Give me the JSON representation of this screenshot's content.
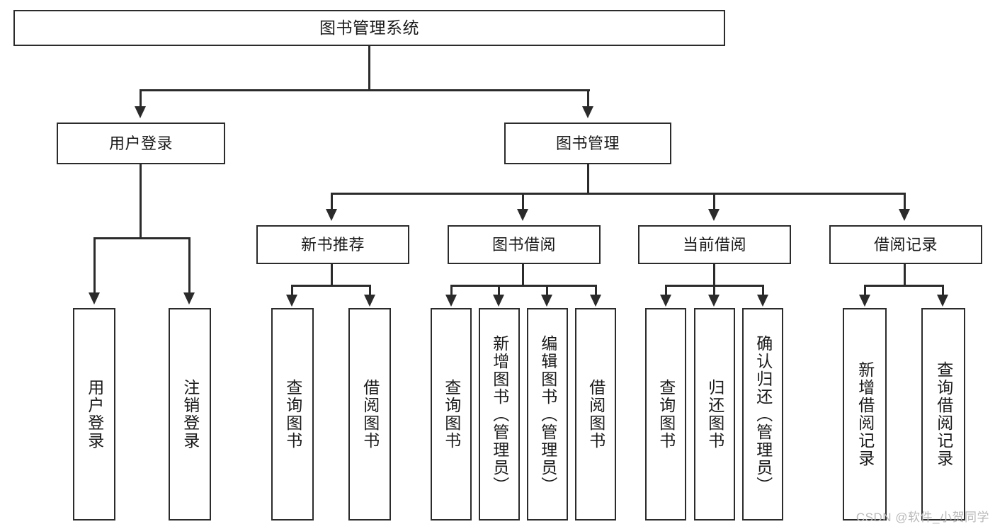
{
  "diagram": {
    "title": "图书管理系统",
    "type": "tree-hierarchy-diagram",
    "watermark": "CSDN @软件_小贺同学",
    "colors": {
      "stroke": "#2b2b2b",
      "fill": "#ffffff",
      "text": "#1a1a1a",
      "watermark": "#b9b9b9"
    },
    "nodes": {
      "root": {
        "label": "图书管理系统"
      },
      "level2": [
        {
          "label": "用户登录"
        },
        {
          "label": "图书管理"
        }
      ],
      "level3": [
        {
          "label": "新书推荐"
        },
        {
          "label": "图书借阅"
        },
        {
          "label": "当前借阅"
        },
        {
          "label": "借阅记录"
        }
      ],
      "leaves": {
        "user_login": [
          {
            "label": "用户登录"
          },
          {
            "label": "注销登录"
          }
        ],
        "new_book_recommend": [
          {
            "label": "查询图书"
          },
          {
            "label": "借阅图书"
          }
        ],
        "book_borrow": [
          {
            "label": "查询图书"
          },
          {
            "label": "新增图书（管理员）"
          },
          {
            "label": "编辑图书（管理员）"
          },
          {
            "label": "借阅图书"
          }
        ],
        "current_borrow": [
          {
            "label": "查询图书"
          },
          {
            "label": "归还图书"
          },
          {
            "label": "确认归还（管理员）"
          }
        ],
        "borrow_record": [
          {
            "label": "新增借阅记录"
          },
          {
            "label": "查询借阅记录"
          }
        ]
      }
    }
  }
}
